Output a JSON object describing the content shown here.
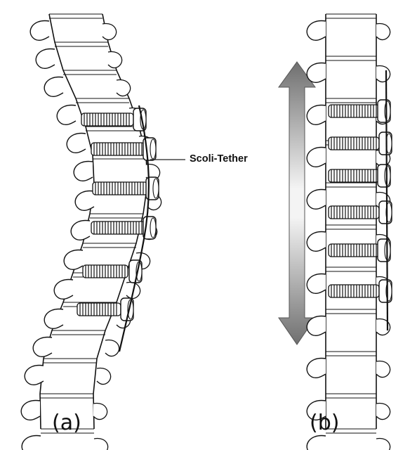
{
  "callout": {
    "text": "Scoli-Tether"
  },
  "panels": [
    {
      "label": "(a)"
    },
    {
      "label": "(b)"
    }
  ],
  "icons": [
    "scoliosis-spine-tethered",
    "straight-spine-tethered",
    "growth-arrow-icon",
    "pedicle-screw-icon"
  ],
  "panel_a_screws": 6,
  "panel_b_screws": 6
}
